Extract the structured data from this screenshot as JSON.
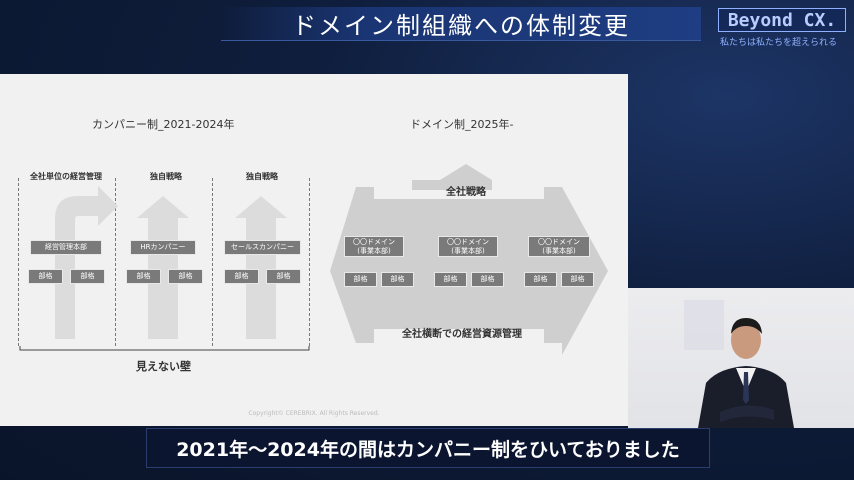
{
  "header": {
    "title": "ドメイン制組織への体制変更",
    "logo_text": "Beyond CX.",
    "logo_tagline": "私たちは私たちを超えられる"
  },
  "slide": {
    "left": {
      "title": "カンパニー制_2021-2024年",
      "column_labels": [
        "全社単位の経営管理",
        "独自戦略",
        "独自戦略"
      ],
      "units": [
        "経営管理本部",
        "HRカンパニー",
        "セールスカンパニー"
      ],
      "dept_label": "部格",
      "bottom_label": "見えない壁"
    },
    "right": {
      "title": "ドメイン制_2025年-",
      "top_label": "全社戦略",
      "domain_label_line1": "〇〇ドメイン",
      "domain_label_line2": "(事業本部)",
      "dept_label": "部格",
      "bottom_label": "全社横断での経営資源管理"
    },
    "copyright": "Copyright© CEREBRIX. All Rights Reserved."
  },
  "caption": {
    "text": "2021年〜2024年の間はカンパニー制をひいておりました"
  },
  "colors": {
    "slide_bg": "#f1f1f1",
    "block": "#7a7a7a",
    "arrow": "#dcdcdc",
    "cross_arrow": "#cfcfcf",
    "title_bar": "#1e3d82"
  }
}
